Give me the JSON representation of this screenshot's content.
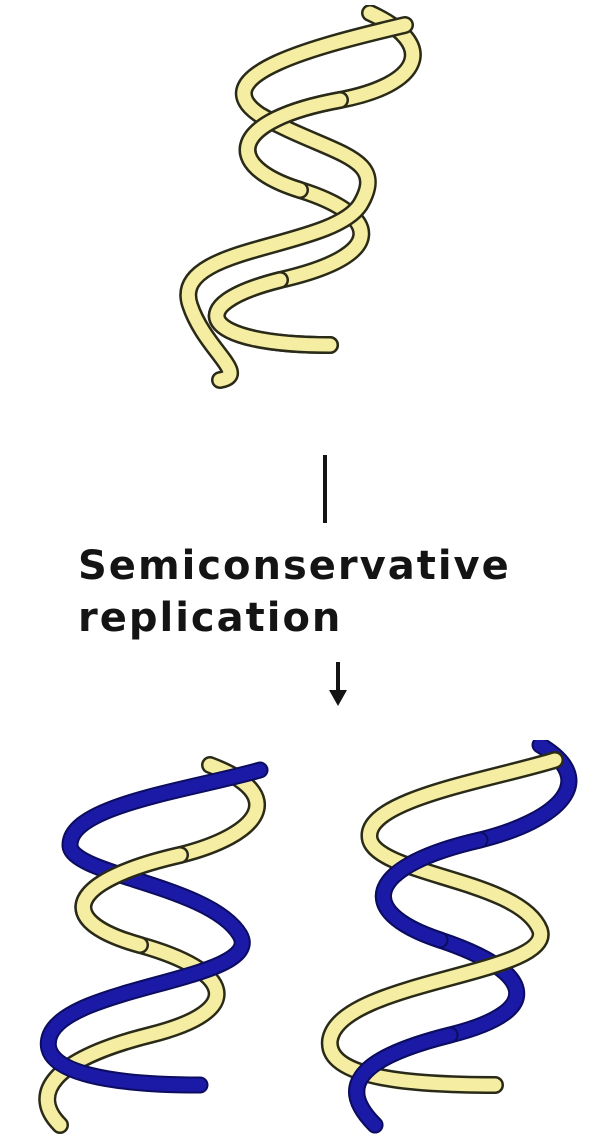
{
  "label": {
    "line1": "Semiconservative",
    "line2": "replication"
  },
  "colors": {
    "parental_strand": "#f4eda2",
    "strand_outline": "#2a2a18",
    "new_strand": "#1a1aa6",
    "text": "#141414"
  },
  "figure": {
    "parent_dna": "parental double helix",
    "daughter_dna": [
      "daughter double helix (left)",
      "daughter double helix (right)"
    ]
  }
}
